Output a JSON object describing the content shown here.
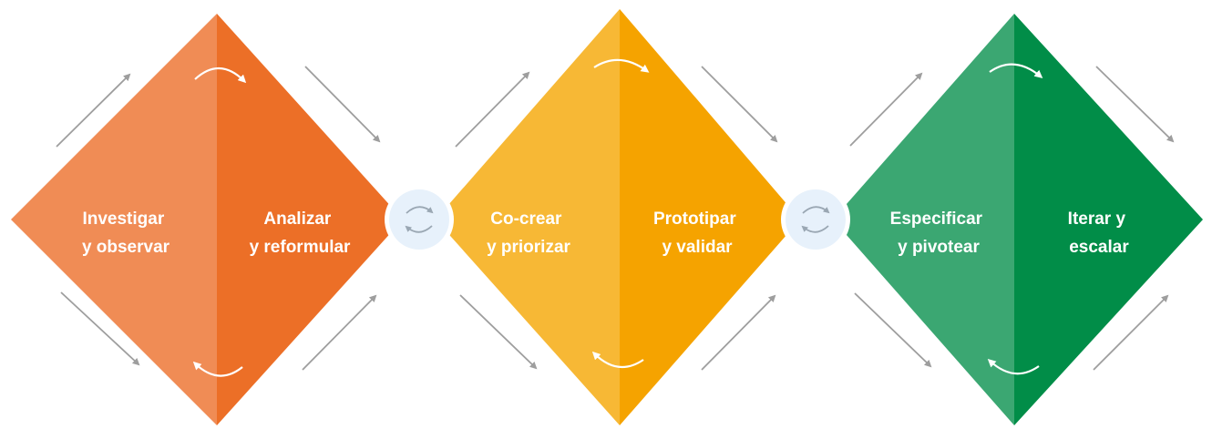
{
  "diamonds": [
    {
      "left_label": [
        "Investigar",
        "y observar"
      ],
      "right_label": [
        "Analizar",
        "y reformular"
      ],
      "colors": {
        "left": "#F08C55",
        "right": "#EC6F27"
      }
    },
    {
      "left_label": [
        "Co-crear",
        "y priorizar"
      ],
      "right_label": [
        "Prototipar",
        "y validar"
      ],
      "colors": {
        "left": "#F7B835",
        "right": "#F5A300"
      }
    },
    {
      "left_label": [
        "Especificar",
        "y pivotear"
      ],
      "right_label": [
        "Iterar y",
        "escalar"
      ],
      "colors": {
        "left": "#3BA772",
        "right": "#018D48"
      }
    }
  ],
  "connectors": [
    {
      "icon": "cycle-icon"
    },
    {
      "icon": "cycle-icon"
    }
  ],
  "style_colors": {
    "arrow": "#9E9E9E",
    "connector_fill": "#E7F1FB",
    "connector_ring": "#FFFFFF",
    "connector_icon": "#9AA7B3",
    "text": "#FFFFFF"
  }
}
